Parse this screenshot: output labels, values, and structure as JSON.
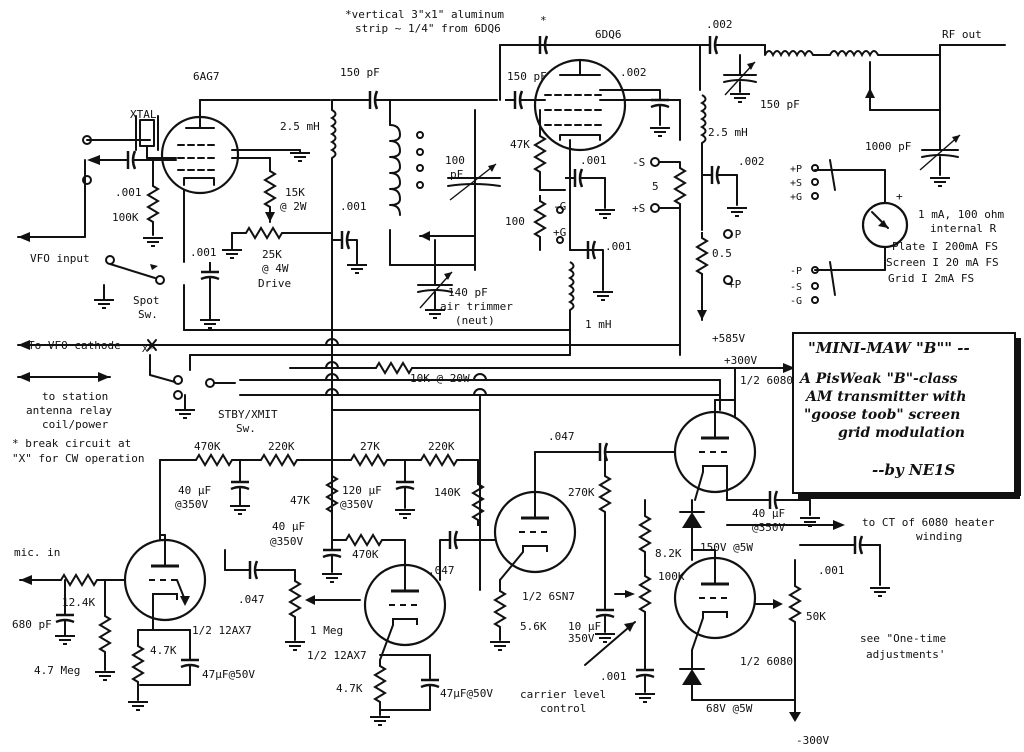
{
  "notes": {
    "vertical_strip_1": "*vertical 3\"x1\" aluminum",
    "vertical_strip_2": "strip ~ 1/4\" from 6DQ6",
    "star": "*",
    "break_1": "* break circuit at",
    "break_2": "\"X\" for CW operation",
    "x_mark": "X*"
  },
  "tubes": {
    "t6ag7": "6AG7",
    "t6dq6": "6DQ6",
    "t6080a": "1/2 6080",
    "t6080b": "1/2 6080",
    "t6sn7": "1/2 6SN7",
    "t12ax7a": "1/2 12AX7",
    "t12ax7b": "1/2 12AX7"
  },
  "components": {
    "xtal": "XTAL",
    "c150pf_a": "150 pF",
    "c150pf_b": "150 pF",
    "c150pf_c": "150 pF",
    "l25mh_a": "2.5 mH",
    "l25mh_b": "2.5 mH",
    "c001_a": ".001",
    "r100k": "100K",
    "r15k_1": "15K",
    "r15k_2": "@ 2W",
    "r25k_1": "25K",
    "r25k_2": "@ 4W",
    "r25k_3": "Drive",
    "c001_b": ".001",
    "c001_c": ".001",
    "c100pf_1": "100",
    "c100pf_2": "pF",
    "c140pf_1": "140 pF",
    "c140pf_2": "air trimmer",
    "c140pf_3": "(neut)",
    "l1mh": "1 mH",
    "r47k_a": "47K",
    "r100": "100",
    "c001_d": ".001",
    "c001_e": ".001",
    "c002_a": ".002",
    "c002_b": ".002",
    "c002_c": ".002",
    "r5": "5",
    "r05": "0.5",
    "c1000pf": "1000 pF",
    "r10k": "10K @ 20W",
    "r470k_a": "470K",
    "r220k_a": "220K",
    "r27k": "27K",
    "r220k_b": "220K",
    "c047_a": ".047",
    "r270k": "270K",
    "c40uf_a1": "40 µF",
    "c40uf_a2": "@350V",
    "r47k_b": "47K",
    "c120uf_1": "120 µF",
    "c120uf_2": "@350V",
    "r140k": "140K",
    "c40uf_b1": "40 µF",
    "c40uf_b2": "@350V",
    "r470k_b": "470K",
    "c40uf_c1": "40 µF",
    "c40uf_c2": "@350V",
    "r8k2": "8.2K",
    "z150": "150V @5W",
    "c001_f": ".001",
    "r124k": "12.4K",
    "c680pf": "680 pF",
    "r47meg": "4.7 Meg",
    "r47k_c": "4.7K",
    "c47uf_a": "47µF@50V",
    "c047_b": ".047",
    "r1meg": "1 Meg",
    "c047_c": ".047",
    "r47k_d": "4.7K",
    "c47uf_b": "47µF@50V",
    "r56k": "5.6K",
    "c10uf_1": "10 µF",
    "c10uf_2": "350V",
    "r100k_b": "100K",
    "c001_g": ".001",
    "r50k": "50K",
    "z68": "68V @5W"
  },
  "terminals": {
    "vfo_input": "VFO input",
    "spot_1": "Spot",
    "spot_2": "Sw.",
    "vfo_cathode": "To VFO cathode",
    "relay_1": "to station",
    "relay_2": "antenna relay",
    "relay_3": "coil/power",
    "stby_1": "STBY/XMIT",
    "stby_2": "Sw.",
    "mic_in": "mic. in",
    "rf_out": "RF out",
    "v585": "+585V",
    "v300": "+300V",
    "vm300": "-300V",
    "heater_1": "to CT of 6080 heater",
    "heater_2": "winding",
    "carrier_1": "carrier level",
    "carrier_2": "control",
    "adj_1": "see \"One-time",
    "adj_2": "adjustments'",
    "ms": "-S",
    "ps": "+S",
    "mg": "-G",
    "pg": "+G",
    "mp": "-P",
    "pp": "+P"
  },
  "meter": {
    "plus": "+",
    "spec_1": "1 mA, 100 ohm",
    "spec_2": "internal R",
    "plate": "Plate I 200mA FS",
    "screen": "Screen I 20 mA FS",
    "grid": "Grid I 2mA FS",
    "pp": "+P",
    "ps": "+S",
    "pg": "+G",
    "mp": "-P",
    "ms": "-S",
    "mg": "-G"
  },
  "title_box": {
    "title": "\"MINI-MAW \"B\"\" --",
    "line1": "A PisWeak \"B\"-class",
    "line2": "AM transmitter with",
    "line3": "\"goose toob\" screen",
    "line4": "grid modulation",
    "author": "--by NE1S"
  }
}
